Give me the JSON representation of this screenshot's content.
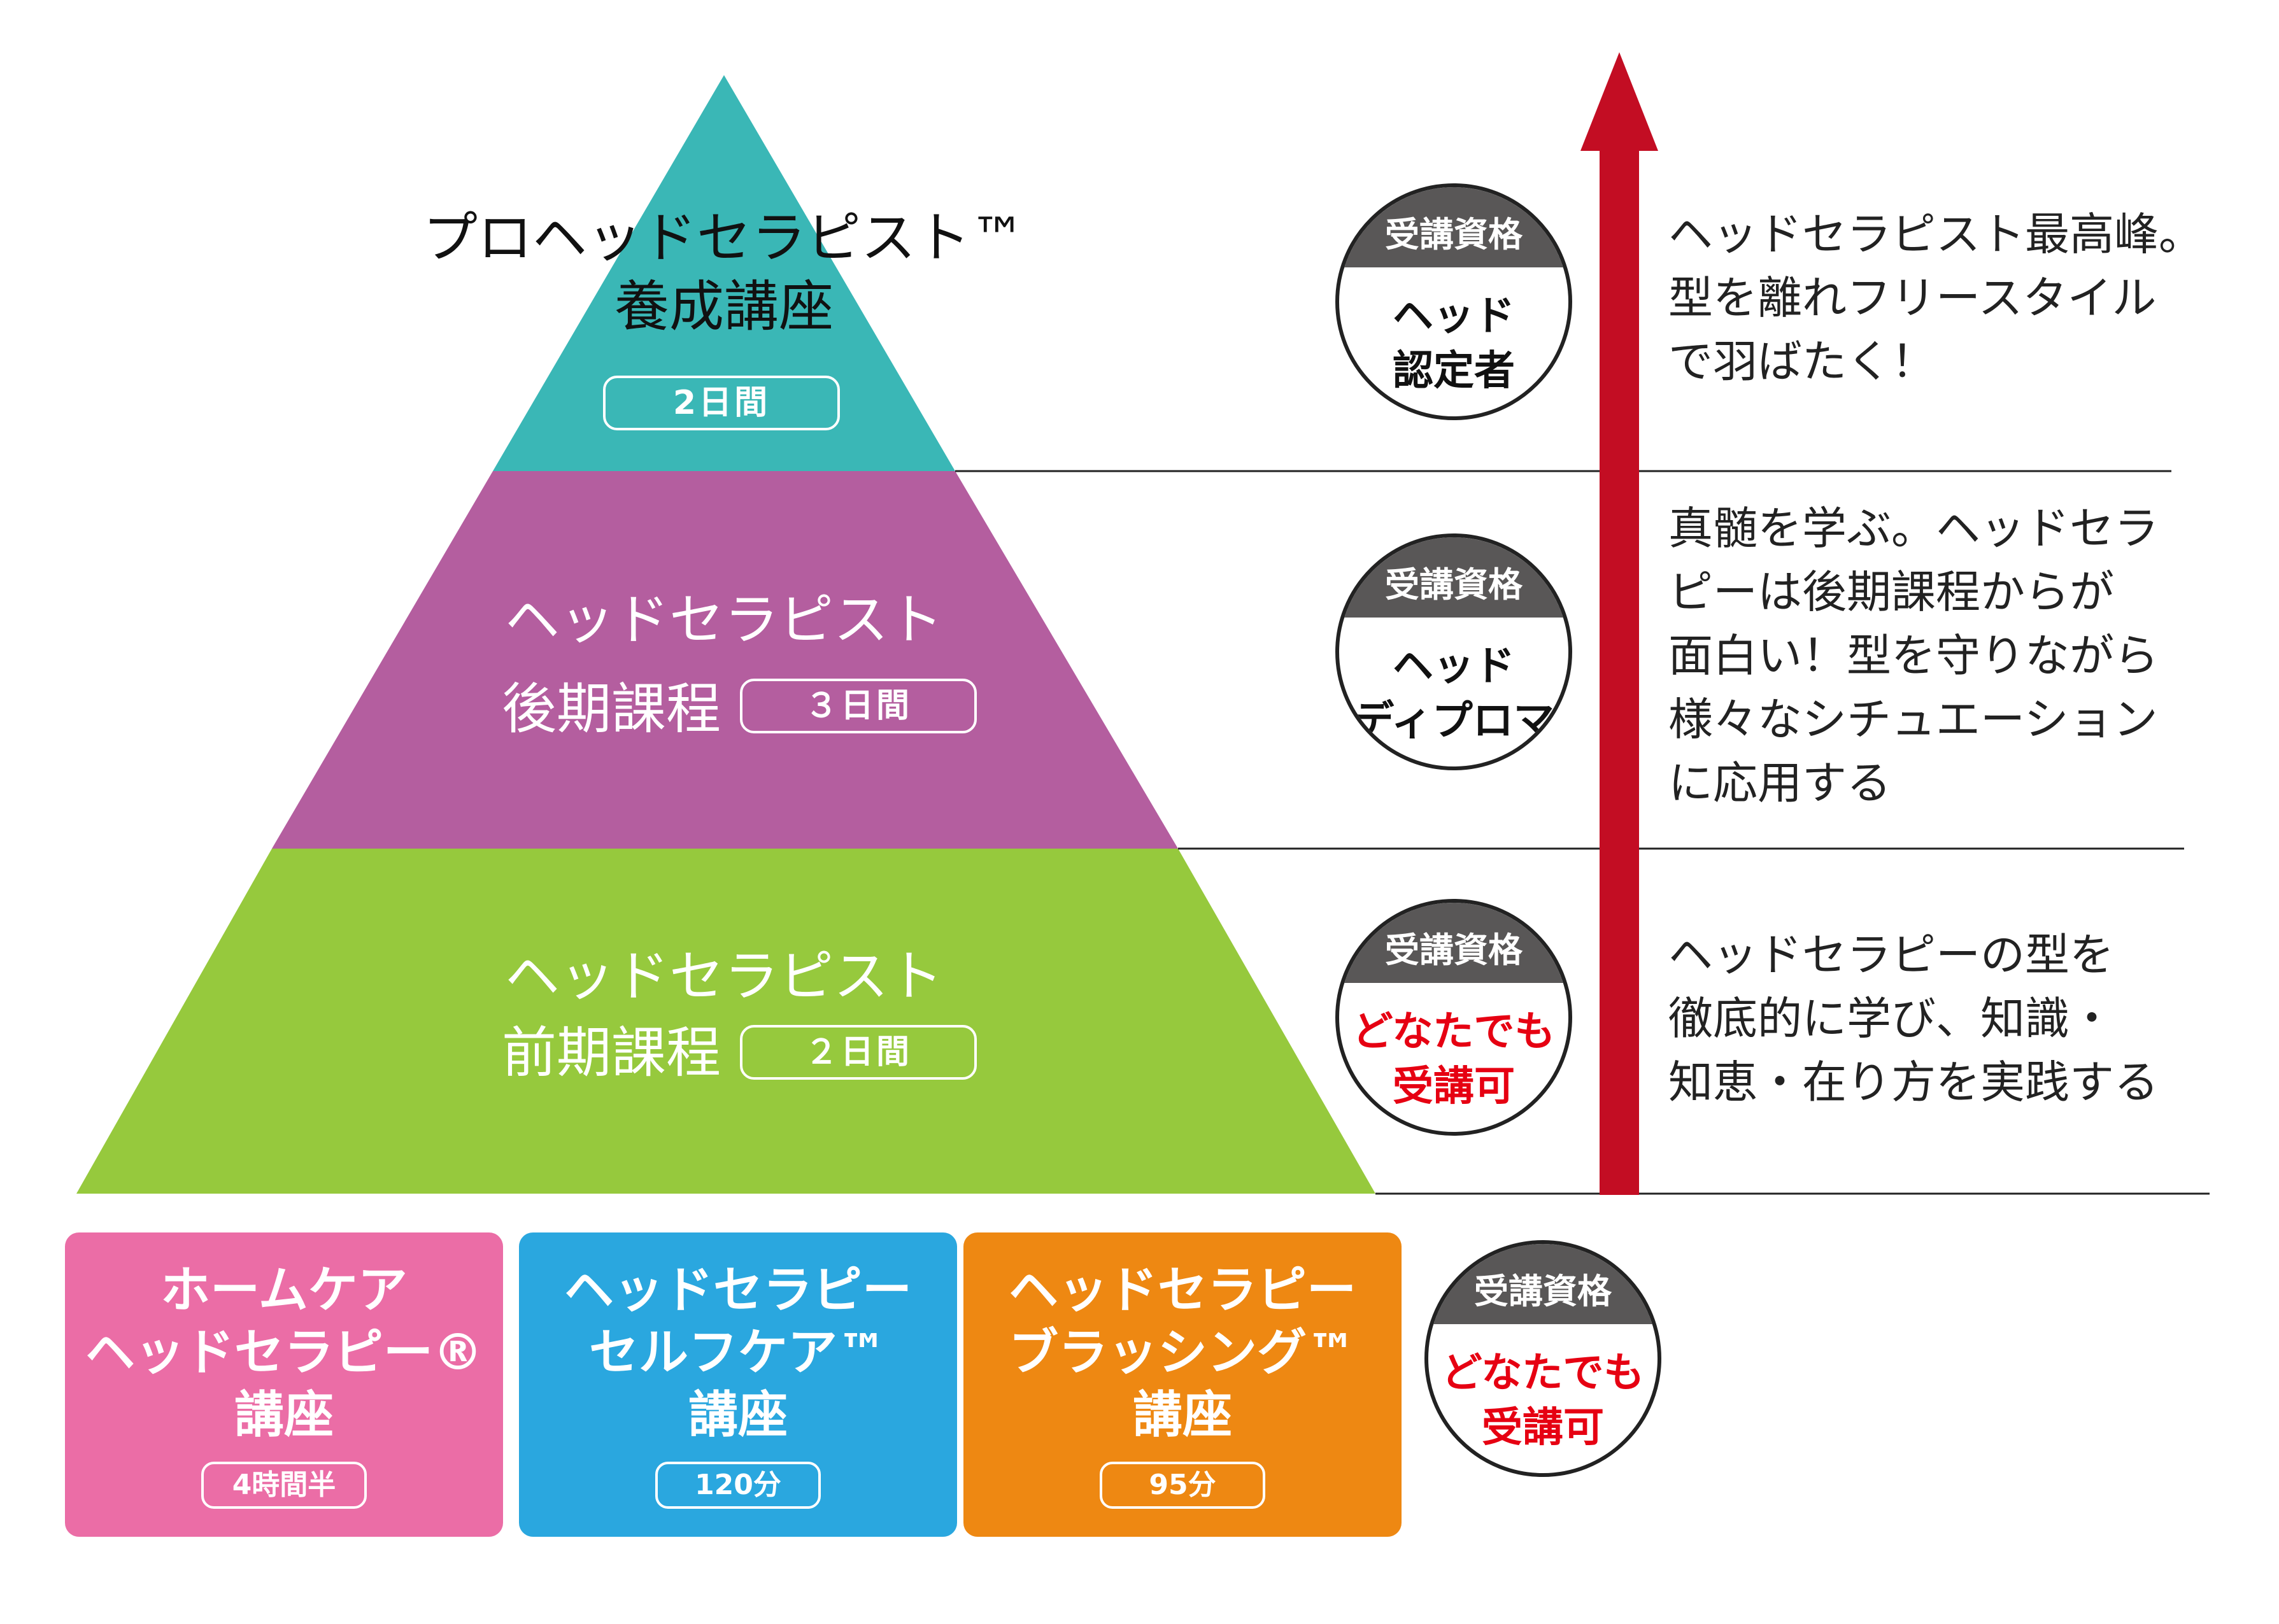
{
  "colors": {
    "top_tier": "#3ab7b6",
    "middle_tier": "#b45e9f",
    "bottom_tier": "#96c93d",
    "box_pink": "#eb6da6",
    "box_blue": "#2aa7df",
    "box_orange": "#ee8812",
    "arrow": "#c30d23",
    "badge_header": "#595757",
    "badge_red_text": "#e60012"
  },
  "pyramid": {
    "top": {
      "line1": "プロヘッドセラピスト™",
      "line2": "養成講座",
      "duration": "2日間"
    },
    "middle": {
      "line1": "ヘッドセラピスト",
      "line2": "後期課程",
      "duration": "３日間"
    },
    "bottom": {
      "line1": "ヘッドセラピスト",
      "line2": "前期課程",
      "duration": "２日間"
    }
  },
  "badges": [
    {
      "header": "受講資格",
      "line1": "ヘッド",
      "line2": "認定者"
    },
    {
      "header": "受講資格",
      "line1": "ヘッド",
      "line2": "ディプロマ"
    },
    {
      "header": "受講資格",
      "line1": "どなたでも",
      "line2": "受講可"
    },
    {
      "header": "受講資格",
      "line1": "どなたでも",
      "line2": "受講可"
    }
  ],
  "descriptions": {
    "top": [
      "ヘッドセラピスト最高峰。",
      "型を離れフリースタイル",
      "で羽ばたく！"
    ],
    "middle": [
      "真髄を学ぶ。ヘッドセラ",
      "ピーは後期課程からが",
      "面白い！型を守りながら",
      "様々なシチュエーション",
      "に応用する"
    ],
    "bottom": [
      "ヘッドセラピーの型を",
      "徹底的に学び、知識・",
      "知恵・在り方を実践する"
    ]
  },
  "basic_courses": [
    {
      "line1": "ホームケア",
      "line2": "ヘッドセラピー®",
      "line3": "講座",
      "duration": "4時間半"
    },
    {
      "line1": "ヘッドセラピー",
      "line2": "セルフケア™",
      "line3": "講座",
      "duration": "120分"
    },
    {
      "line1": "ヘッドセラピー",
      "line2": "ブラッシング™",
      "line3": "講座",
      "duration": "95分"
    }
  ]
}
